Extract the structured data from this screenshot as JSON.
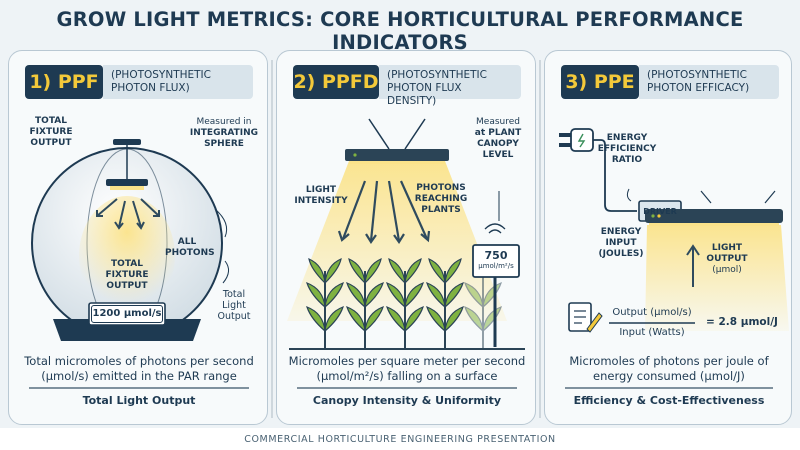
{
  "title": "GROW LIGHT METRICS: CORE HORTICULTURAL PERFORMANCE INDICATORS",
  "footer": "COMMERCIAL HORTICULTURE ENGINEERING PRESENTATION",
  "panels": [
    {
      "badge": "1) PPF",
      "subtitle_line1": "(PHOTOSYNTHETIC",
      "subtitle_line2": "PHOTON FLUX)",
      "labels": {
        "total_fixture_top_1": "TOTAL",
        "total_fixture_top_2": "FIXTURE",
        "total_fixture_top_3": "OUTPUT",
        "measured_1": "Measured in",
        "measured_2": "INTEGRATING",
        "measured_3": "SPHERE",
        "all_photons_1": "ALL",
        "all_photons_2": "PHOTONS",
        "inner_1": "TOTAL",
        "inner_2": "FIXTURE",
        "inner_3": "OUTPUT",
        "side_1": "Total",
        "side_2": "Light",
        "side_3": "Output",
        "readout": "1200 μmol/s"
      },
      "description_1": "Total micromoles of photons per second",
      "description_2": "(μmol/s) emitted in the PAR range",
      "summary": "Total Light Output"
    },
    {
      "badge": "2) PPFD",
      "subtitle_line1": "(PHOTOSYNTHETIC",
      "subtitle_line2": "PHOTON FLUX DENSITY)",
      "labels": {
        "measured_1": "Measured",
        "measured_2": "at PLANT",
        "measured_3": "CANOPY",
        "measured_4": "LEVEL",
        "intensity_1": "LIGHT",
        "intensity_2": "INTENSITY",
        "reaching_1": "PHOTONS",
        "reaching_2": "REACHING",
        "reaching_3": "PLANTS",
        "readout_value": "750",
        "readout_unit": "μmol/m²/s"
      },
      "description_1": "Micromoles per square meter per second",
      "description_2": "(μmol/m²/s) falling on a surface",
      "summary": "Canopy Intensity & Uniformity"
    },
    {
      "badge": "3) PPE",
      "subtitle_line1": "(PHOTOSYNTHETIC",
      "subtitle_line2": "PHOTON EFFICACY)",
      "labels": {
        "ratio_1": "ENERGY",
        "ratio_2": "EFFICIENCY",
        "ratio_3": "RATIO",
        "driver": "DRIVER",
        "input_1": "ENERGY",
        "input_2": "INPUT",
        "input_3": "(JOULES)",
        "output_1": "LIGHT",
        "output_2": "OUTPUT",
        "output_3": "(μmol)",
        "numerator": "Output (μmol/s)",
        "denominator": "Input (Watts)",
        "result": "= 2.8 μmol/J"
      },
      "description_1": "Micromoles of photons per joule of",
      "description_2": "energy consumed (μmol/J)",
      "summary": "Efficiency & Cost-Effectiveness"
    }
  ],
  "colors": {
    "navy": "#1e3a52",
    "accent_yellow": "#f3c93a",
    "plant_green": "#7fb241",
    "panel_bg": "#f7fafb"
  },
  "icons": [
    "lamp-fixture-icon",
    "integrating-sphere-icon",
    "plant-icon",
    "sensor-meter-icon",
    "wifi-icon",
    "power-plug-icon",
    "document-pencil-icon"
  ]
}
